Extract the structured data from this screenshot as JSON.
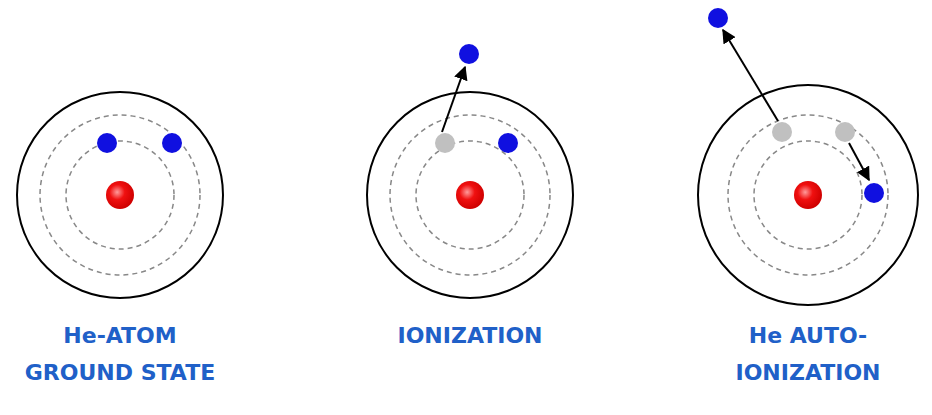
{
  "diagram": {
    "labels": [
      "He-ATOM GROUND STATE",
      "IONIZATION",
      "He AUTO- IONIZATION"
    ]
  }
}
